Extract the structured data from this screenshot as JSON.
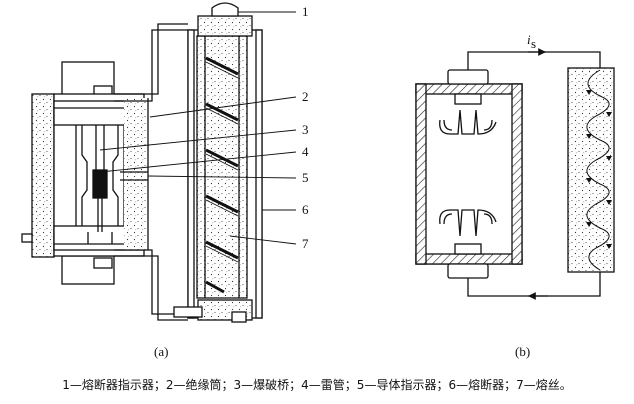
{
  "figure": {
    "part_labels": [
      "1",
      "2",
      "3",
      "4",
      "5",
      "6",
      "7"
    ],
    "current_label": "i",
    "current_subscript": "s",
    "captions": {
      "a": "(a)",
      "b": "(b)"
    },
    "legend": "1—熔断器指示器；2—绝缘筒；3—爆破桥；4—雷管；5—导体指示器；6—熔断器；7—熔丝。"
  }
}
